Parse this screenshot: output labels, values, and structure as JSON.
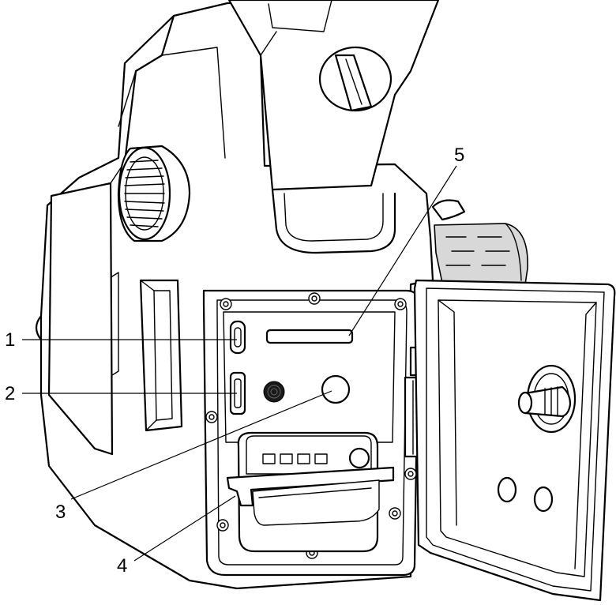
{
  "callouts": [
    {
      "id": "1",
      "label": "1"
    },
    {
      "id": "2",
      "label": "2"
    },
    {
      "id": "3",
      "label": "3"
    },
    {
      "id": "4",
      "label": "4"
    },
    {
      "id": "5",
      "label": "5"
    }
  ],
  "colors": {
    "line": "#000000",
    "background": "#ffffff",
    "strap_shade": "#d8d8d8"
  }
}
